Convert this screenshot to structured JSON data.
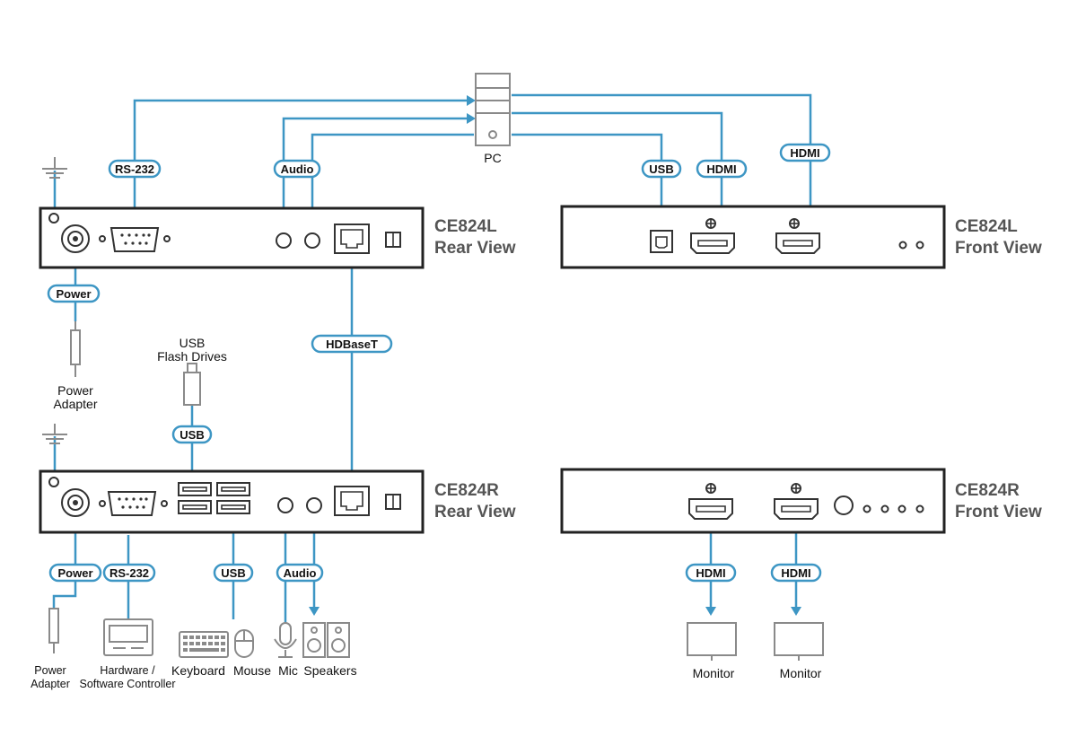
{
  "units": {
    "local_rear": {
      "model": "CE824L",
      "view": "Rear View"
    },
    "local_front": {
      "model": "CE824L",
      "view": "Front View"
    },
    "remote_rear": {
      "model": "CE824R",
      "view": "Rear View"
    },
    "remote_front": {
      "model": "CE824R",
      "view": "Front View"
    }
  },
  "devices": {
    "pc": "PC",
    "power_adapter_top": [
      "Power",
      "Adapter"
    ],
    "usb_flash": [
      "USB",
      "Flash Drives"
    ],
    "power_adapter_bottom": [
      "Power",
      "Adapter"
    ],
    "controller": [
      "Hardware /",
      "Software Controller"
    ],
    "keyboard": "Keyboard",
    "mouse": "Mouse",
    "mic": "Mic",
    "speakers": "Speakers",
    "monitor_1": "Monitor",
    "monitor_2": "Monitor"
  },
  "connections": {
    "rs232_top": "RS-232",
    "audio_top": "Audio",
    "usb_top": "USB",
    "hdmi_top_1": "HDMI",
    "hdmi_top_2": "HDMI",
    "power_top": "Power",
    "hdbaset": "HDBaseT",
    "usb_flash": "USB",
    "power_bottom": "Power",
    "rs232_bottom": "RS-232",
    "usb_bottom": "USB",
    "audio_bottom": "Audio",
    "hdmi_bottom_1": "HDMI",
    "hdmi_bottom_2": "HDMI"
  },
  "colors": {
    "cable": "#3d96c4",
    "device": "#8a8a8a",
    "unit_outline": "#222222"
  }
}
